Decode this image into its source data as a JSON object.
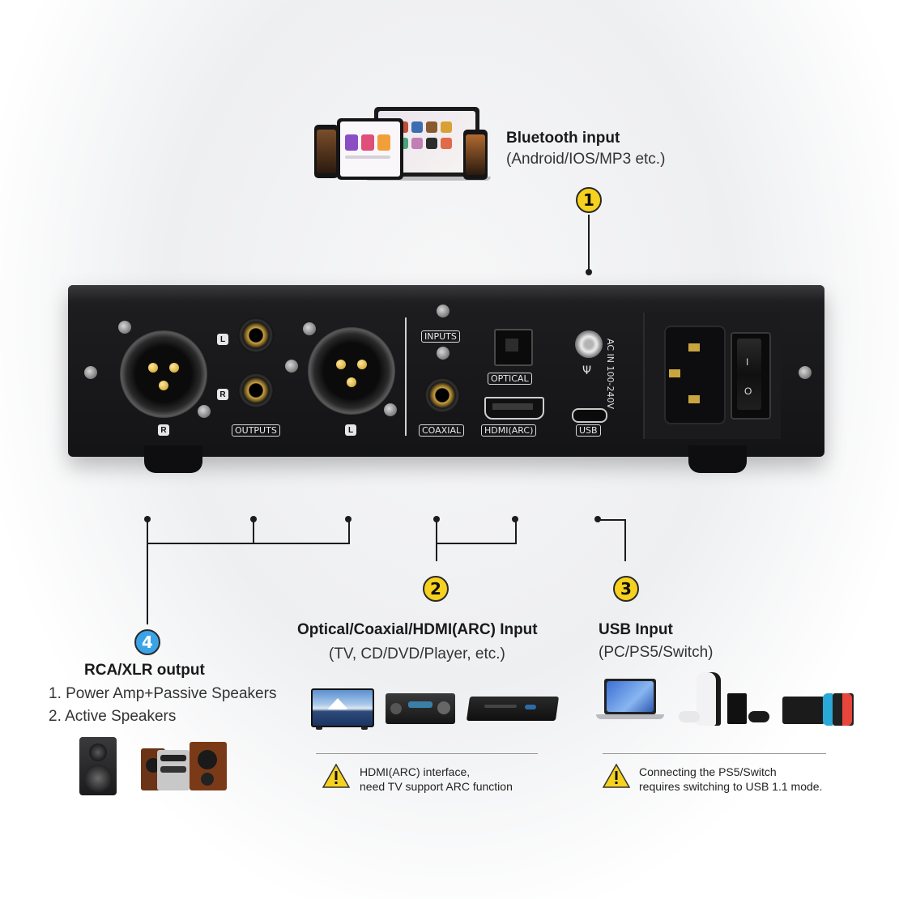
{
  "callouts": {
    "bluetooth": {
      "number": "1",
      "title": "Bluetooth input",
      "sub": "(Android/IOS/MP3 etc.)"
    },
    "digital": {
      "number": "2",
      "title": "Optical/Coaxial/HDMI(ARC) Input",
      "sub": "(TV, CD/DVD/Player, etc.)"
    },
    "usb": {
      "number": "3",
      "title": "USB Input",
      "sub": "(PC/PS5/Switch)"
    },
    "output": {
      "number": "4",
      "title": "RCA/XLR output",
      "items": [
        "1. Power Amp+Passive Speakers",
        "2. Active Speakers"
      ]
    }
  },
  "notes": {
    "hdmi": [
      "HDMI(ARC) interface,",
      "need TV support ARC function"
    ],
    "usb": [
      "Connecting the PS5/Switch",
      "requires switching to USB 1.1 mode."
    ]
  },
  "panel": {
    "l_top": "L",
    "r_mid": "R",
    "r_xlr": "R",
    "l_xlr": "L",
    "outputs": "OUTPUTS",
    "inputs": "INPUTS",
    "optical": "OPTICAL",
    "coaxial": "COAXIAL",
    "hdmi": "HDMI(ARC)",
    "usb": "USB",
    "ac": "AC IN 100-240V",
    "switch_on": "I",
    "switch_off": "O"
  },
  "icons": [
    "warning-icon",
    "antenna-icon",
    "tablet-phone-image",
    "tv-image",
    "receiver-image",
    "dvd-player-image",
    "laptop-image",
    "ps5-image",
    "switch-image",
    "studio-monitor-image",
    "bookshelf-speakers-image"
  ],
  "colors": {
    "badge_yellow": "#f6d21f",
    "badge_blue": "#3aa3e8",
    "device": "#1b1b1e",
    "gold": "#c99a1c"
  }
}
